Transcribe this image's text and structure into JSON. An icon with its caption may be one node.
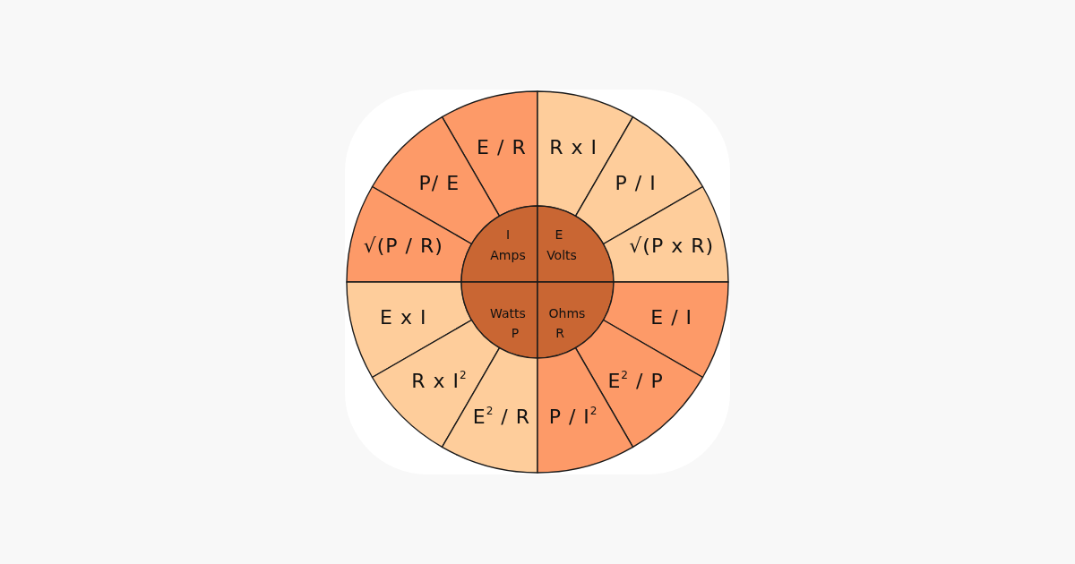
{
  "diagram": {
    "nodes": [
      {
        "text": [
          "E / R"
        ]
      },
      {
        "text": [
          "R x I"
        ]
      },
      {
        "text": [
          "P/ E"
        ]
      },
      {
        "text": [
          "P / I"
        ]
      },
      {
        "text": [
          "√(P / R)"
        ]
      },
      {
        "text": [
          "I",
          "Amps"
        ]
      },
      {
        "text": [
          "E",
          "Volts"
        ]
      },
      {
        "text": [
          "√(P x R)"
        ]
      },
      {
        "text": [
          "E x I"
        ]
      },
      {
        "text": [
          "Watts",
          "P"
        ]
      },
      {
        "text": [
          "Ohms",
          "R"
        ]
      },
      {
        "text": [
          "E / I"
        ]
      },
      {
        "text": [
          "R x I$^{2}$"
        ]
      },
      {
        "text": [
          "E$^{2}$ / P"
        ]
      },
      {
        "text": [
          "E$^{2}$ / R"
        ]
      },
      {
        "text": [
          "P / I$^{2}$"
        ]
      }
    ]
  }
}
